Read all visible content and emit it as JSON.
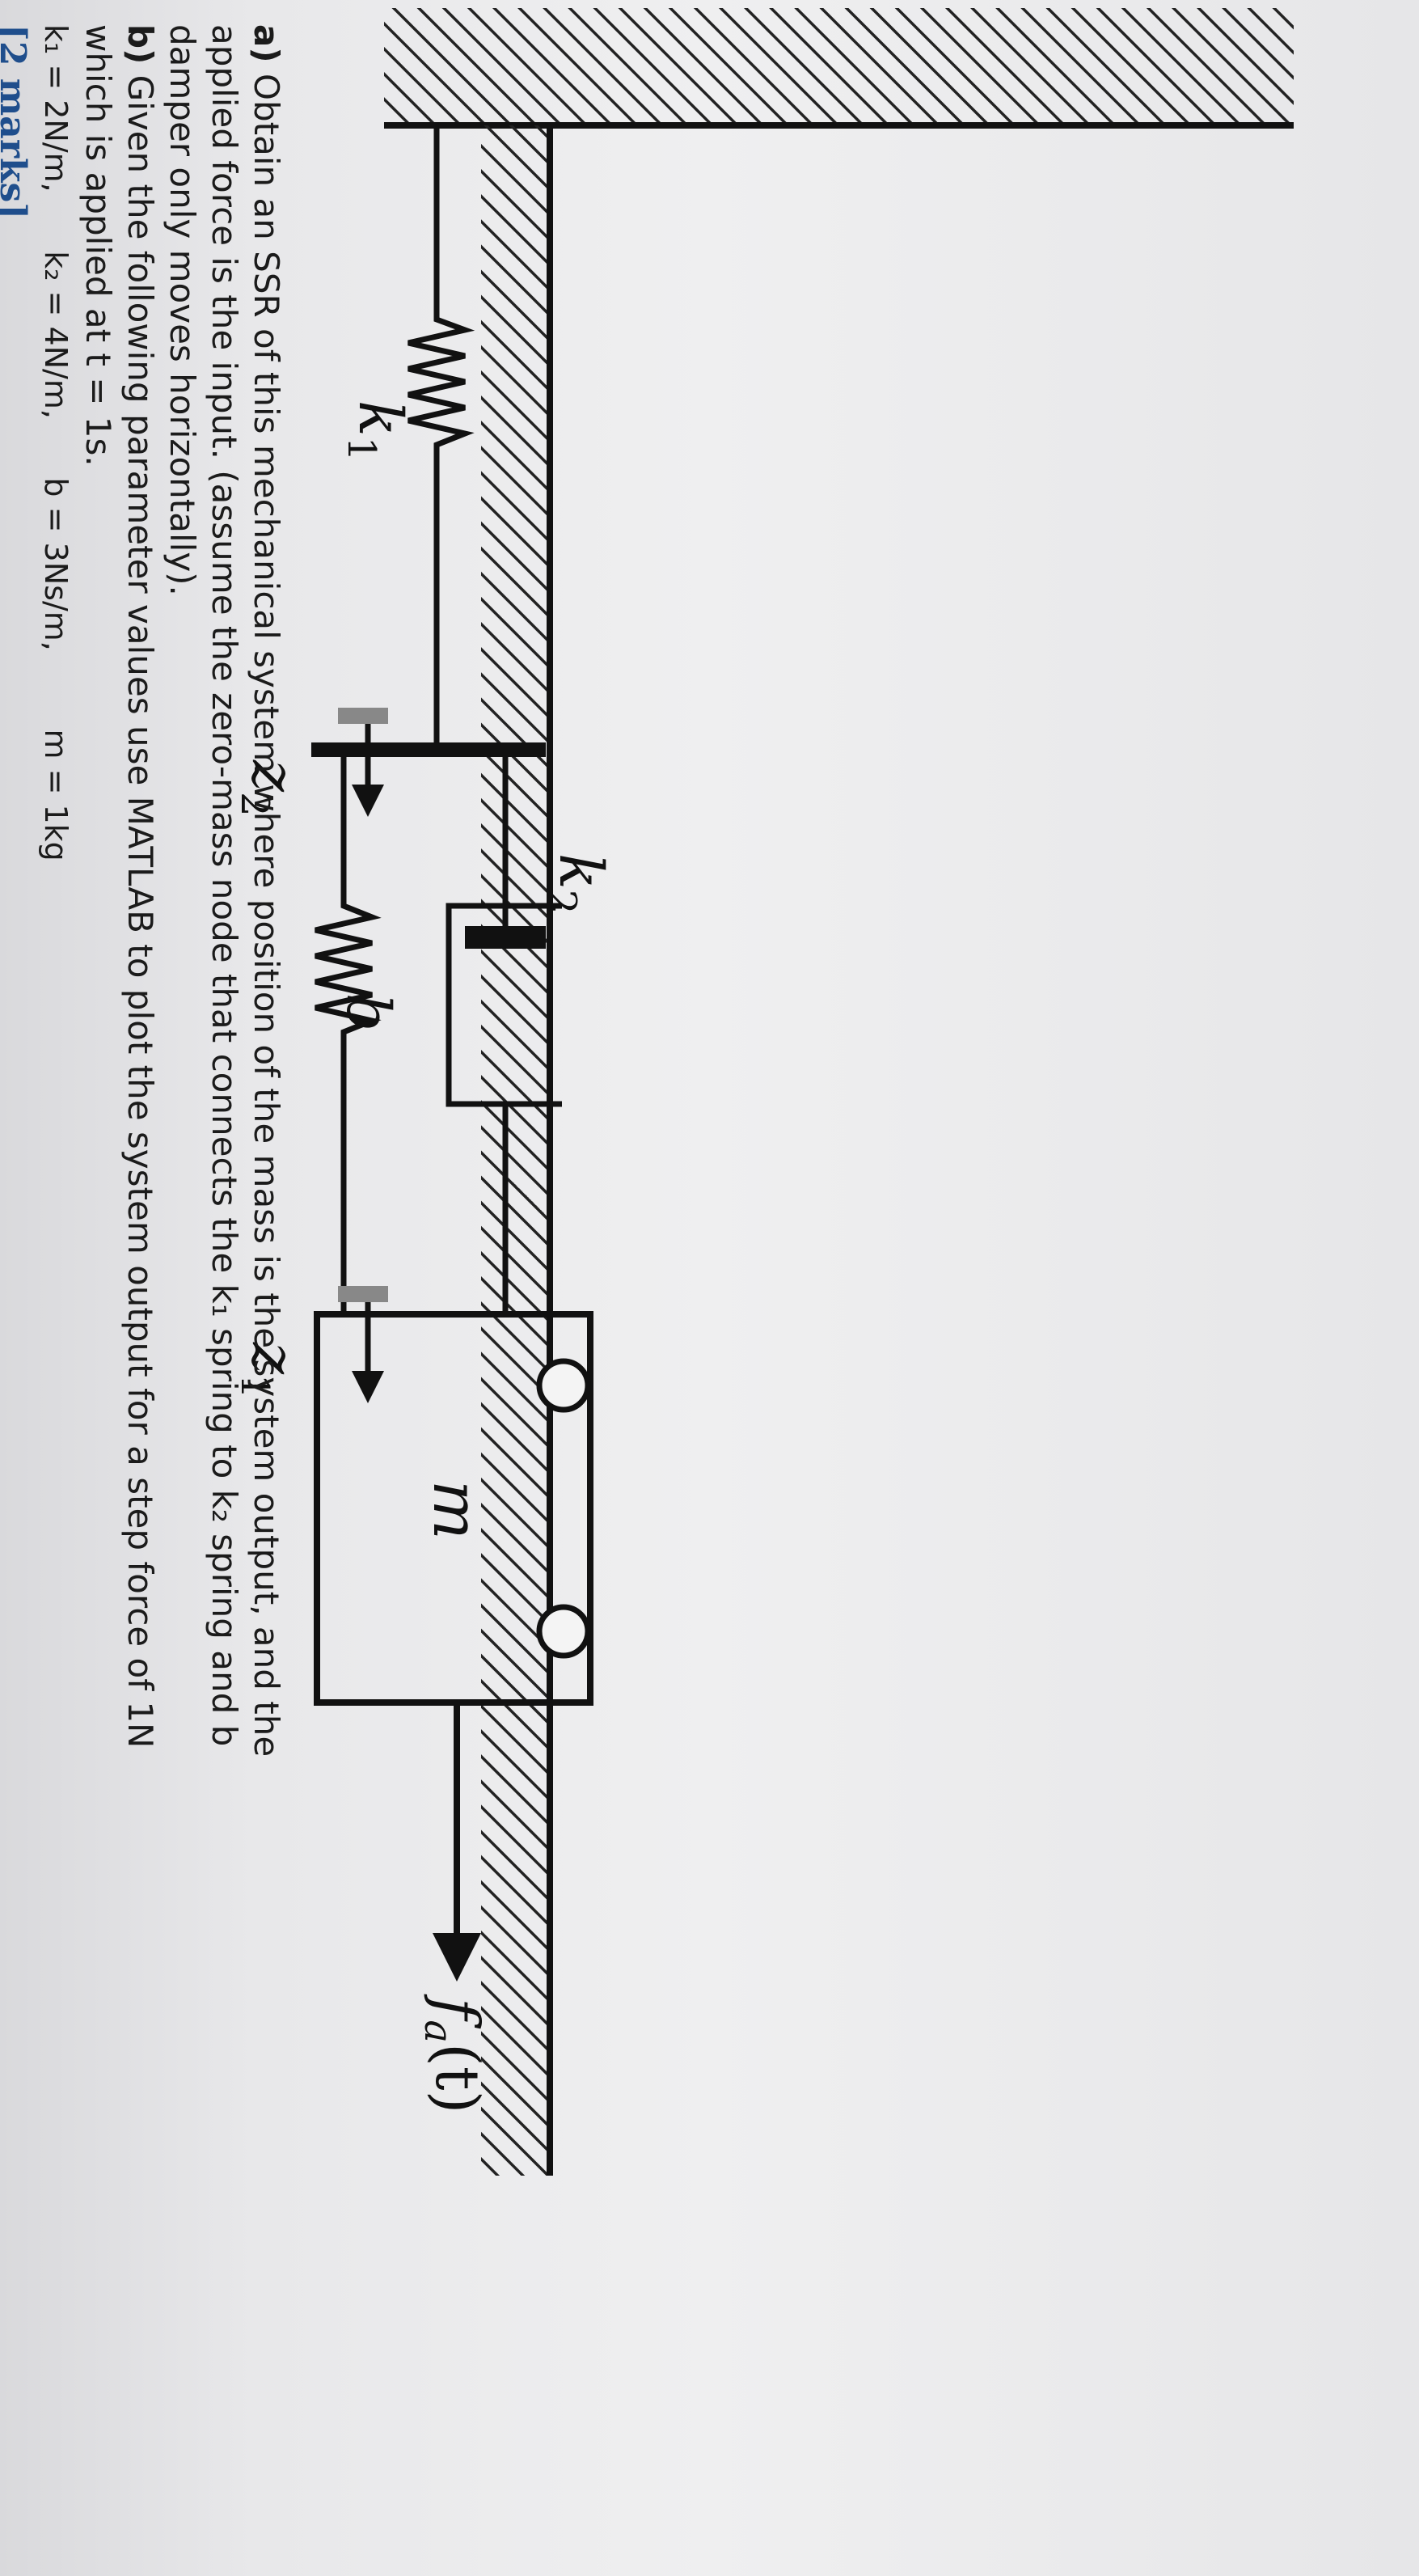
{
  "diagram": {
    "z2_label": "z",
    "z2_sub": "2",
    "z1_label": "z",
    "z1_sub": "1",
    "k1_label": "k",
    "k1_sub": "1",
    "k2_label": "k",
    "k2_sub": "2",
    "b_label": "b",
    "m_label": "m",
    "force_label": "f",
    "force_sub": "a",
    "force_arg": "(t)"
  },
  "question": {
    "part_a_label": "a)",
    "part_a_line1": " Obtain an SSR of this mechanical system where position of the mass is the system output, and the",
    "part_a_line2": "applied force is the input. (assume the zero-mass node that connects the k₁ spring to k₂ spring and b",
    "part_a_line3": "damper only moves horizontally).",
    "part_b_label": "b)",
    "part_b_line1": " Given the following parameter values use MATLAB to plot the system output for a step force of 1N",
    "part_b_line2": "which is applied at t = 1s.",
    "params": "k₁ = 2N/m,      k₂ = 4N/m,      b = 3Ns/m,        m = 1kg",
    "marks": "[2 marks]"
  }
}
